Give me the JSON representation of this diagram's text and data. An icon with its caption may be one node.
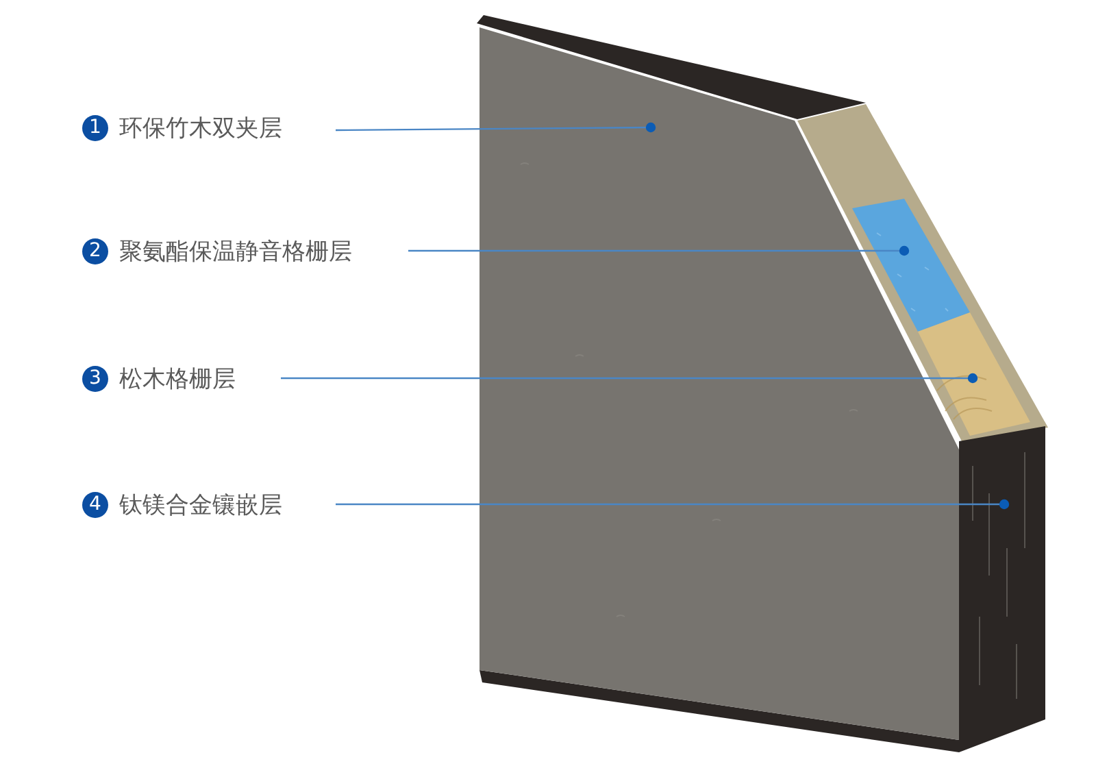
{
  "diagram": {
    "nodes": [
      {
        "text": [
          "1",
          "环保竹木双夹层"
        ]
      },
      {
        "text": [
          "2",
          "聚氨酯保温静音格栅层"
        ]
      },
      {
        "text": [
          "3",
          "松木格栅层"
        ]
      },
      {
        "text": [
          "4",
          "钛镁合金镶嵌层"
        ]
      },
      {
        "text": [],
        "shape": "picture"
      },
      {
        "text": [],
        "shape": "picture"
      },
      {
        "text": [],
        "shape": "picture"
      },
      {
        "text": [],
        "shape": "picture"
      }
    ],
    "edges": [
      {
        "from": 0,
        "to": 4,
        "arrow": "other"
      },
      {
        "from": 1,
        "to": 5,
        "arrow": "other"
      },
      {
        "from": 2,
        "to": 6,
        "arrow": "other"
      },
      {
        "from": 3,
        "to": 7,
        "arrow": "other"
      }
    ]
  }
}
